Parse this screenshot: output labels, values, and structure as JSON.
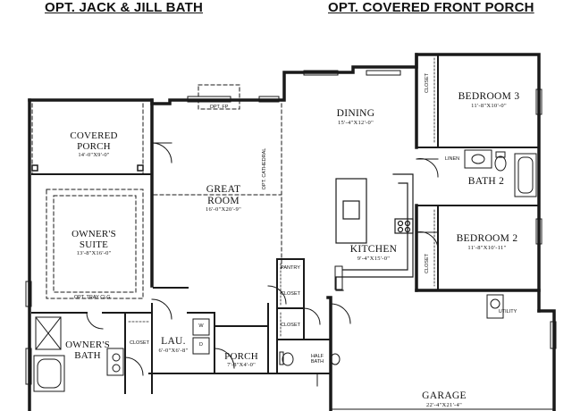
{
  "headers": {
    "left": "OPT. JACK & JILL BATH",
    "right": "OPT. COVERED FRONT PORCH"
  },
  "rooms": {
    "covered_porch": {
      "name_line1": "COVERED",
      "name_line2": "PORCH",
      "dims": "14'-0\"X9'-0\""
    },
    "owners_suite": {
      "name_line1": "OWNER'S",
      "name_line2": "SUITE",
      "dims": "13'-8\"X16'-0\"",
      "note": "OPT. TRAY CLG."
    },
    "great_room": {
      "name_line1": "GREAT",
      "name_line2": "ROOM",
      "dims": "16'-0\"X20'-9\""
    },
    "dining": {
      "name": "DINING",
      "dims": "15'-4\"X12'-0\""
    },
    "kitchen": {
      "name": "KITCHEN",
      "dims": "9'-4\"X15'-0\""
    },
    "bedroom3": {
      "name": "BEDROOM 3",
      "dims": "11'-8\"X10'-0\""
    },
    "bedroom2": {
      "name": "BEDROOM 2",
      "dims": "11'-8\"X10'-11\""
    },
    "bath2": {
      "name": "BATH 2"
    },
    "owners_bath": {
      "name_line1": "OWNER'S",
      "name_line2": "BATH"
    },
    "laundry": {
      "name": "LAU.",
      "dims": "6'-0\"X6'-8\""
    },
    "porch": {
      "name": "PORCH",
      "dims": "7'-8\"X4'-0\""
    },
    "half_bath": {
      "name_line1": "HALF",
      "name_line2": "BATH"
    },
    "garage": {
      "name": "GARAGE",
      "dims": "22'-4\"X21'-4\""
    }
  },
  "labels": {
    "opt_fp": "OPT. FP",
    "opt_cathedral": "OPT. CATHEDRAL",
    "closet": "CLOSET",
    "linen": "LINEN",
    "pantry": "PANTRY",
    "utility": "UTILITY",
    "washer": "W",
    "dryer": "D"
  }
}
